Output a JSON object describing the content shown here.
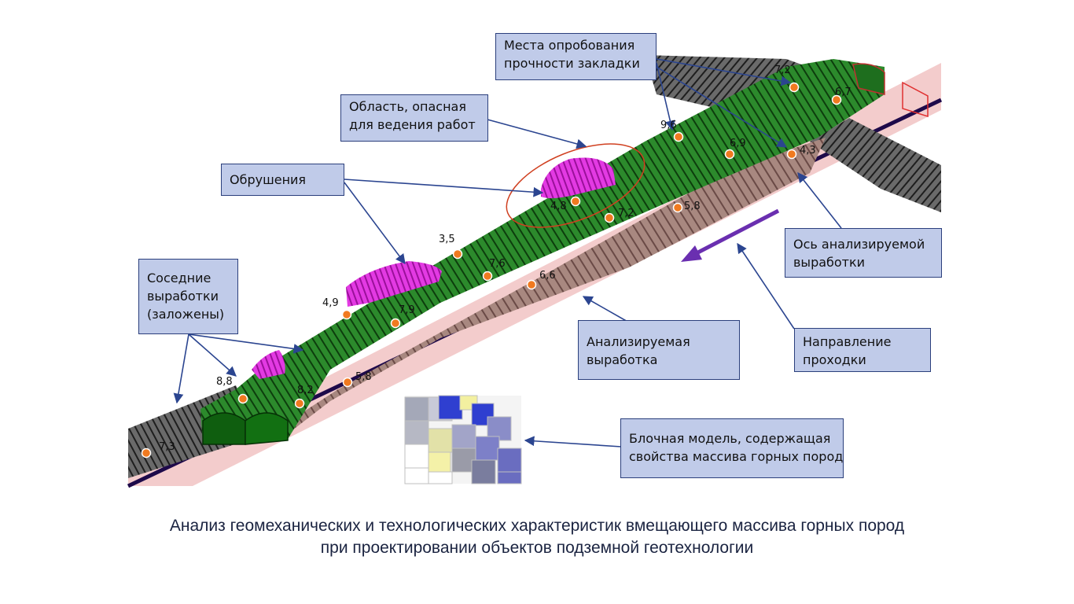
{
  "callouts": {
    "sampling": [
      "Места опробования",
      "прочности закладки"
    ],
    "danger_zone": [
      "Область, опасная",
      "для ведения работ"
    ],
    "collapses": "Обрушения",
    "neighbor": [
      "Соседние",
      "выработки",
      "(заложены)"
    ],
    "axis": [
      "Ось анализируемой",
      "выработки"
    ],
    "analyzed": [
      "Анализируемая",
      "выработка"
    ],
    "direction": [
      "Направление",
      "проходки"
    ],
    "block_model": [
      "Блочная модель, содержащая",
      "свойства массива горных пород"
    ]
  },
  "strength_values": [
    "7,2",
    "6,7",
    "9,6",
    "6,9",
    "4,3",
    "4,8",
    "7,2",
    "5,8",
    "3,5",
    "7,6",
    "6,6",
    "4,9",
    "7,9",
    "8,8",
    "8,2",
    "5,8",
    "7,3"
  ],
  "caption": [
    "Анализ геомеханических и технологических характеристик вмещающего массива горных пород",
    "при проектировании объектов подземной геотехнологии"
  ],
  "colors": {
    "tunnel_green": "#1f7a1f",
    "collapse_magenta": "#e020e0",
    "drift_gray": "#555555",
    "axis_band": "#f0c4c4",
    "axis_line": "#1e0a4a",
    "sample_point": "#f07a20",
    "direction_arrow": "#6a2fb0",
    "danger_ellipse": "#d04020",
    "callout_fill": "#c0cbe9"
  }
}
